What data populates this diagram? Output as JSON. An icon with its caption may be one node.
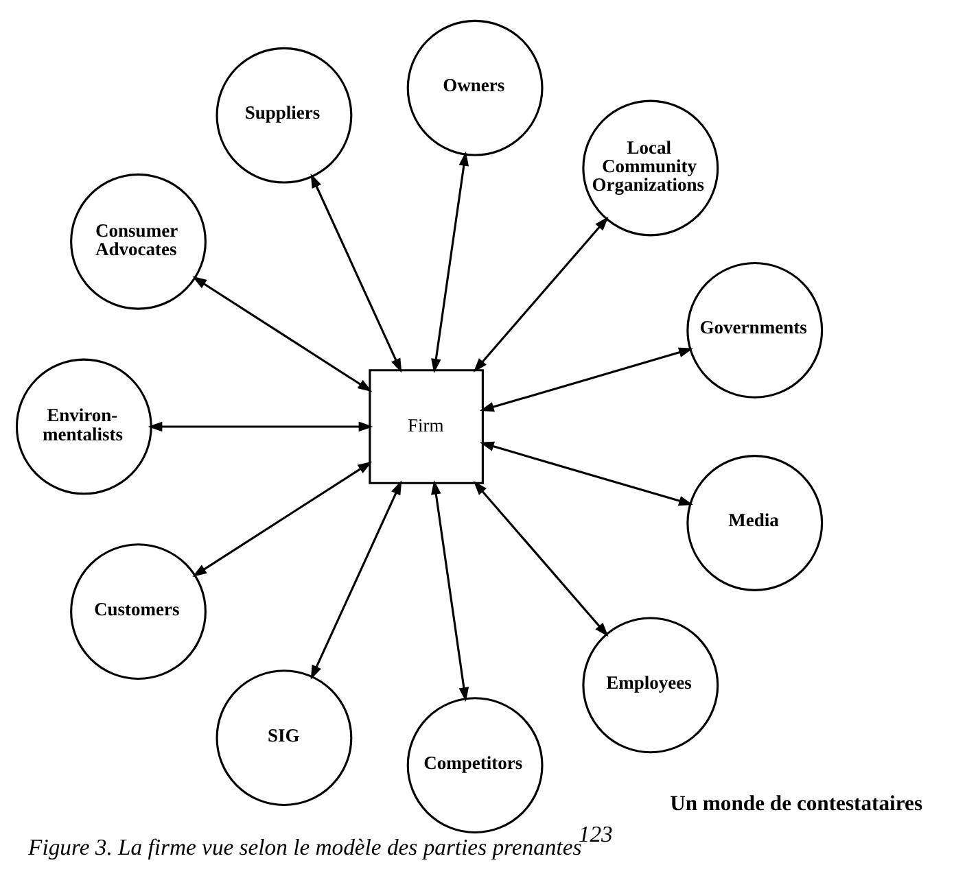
{
  "diagram": {
    "caption": "Figure 3. La firme vue selon le modèle des parties prenantes$^{123}$",
    "nodes": [
      {
        "text": [
          "Governments"
        ]
      },
      {
        "text": [
          "Local Community Organizations"
        ]
      },
      {
        "text": [
          "Owners"
        ]
      },
      {
        "text": [
          "Suppliers"
        ]
      },
      {
        "text": [
          "Consumer Advocates"
        ]
      },
      {
        "text": [
          "Environ- mentalists"
        ]
      },
      {
        "text": [
          "Firm"
        ]
      },
      {
        "text": [
          "Customers"
        ]
      },
      {
        "text": [
          "SIG"
        ]
      },
      {
        "text": [
          "Competitors"
        ]
      },
      {
        "text": [
          "Employees"
        ]
      },
      {
        "text": [
          "Media"
        ]
      }
    ],
    "edges": [
      {
        "from": 6,
        "to": 1,
        "arrow": "both"
      },
      {
        "from": 6,
        "to": 2,
        "arrow": "both"
      },
      {
        "from": 6,
        "to": 4,
        "arrow": "both"
      },
      {
        "from": 6,
        "to": 7,
        "arrow": "both"
      },
      {
        "from": 6,
        "to": 9,
        "arrow": "both"
      },
      {
        "from": 6,
        "to": 11,
        "arrow": "both"
      },
      {
        "from": 6,
        "to": 10,
        "arrow": "both"
      },
      {
        "from": 6,
        "to": 8,
        "arrow": "both"
      },
      {
        "from": 6,
        "to": 5,
        "arrow": "both"
      },
      {
        "from": 6,
        "to": 3,
        "arrow": "both"
      },
      {
        "from": 6,
        "to": 0,
        "arrow": "both"
      }
    ],
    "labels": [
      "Un monde de contestataires"
    ]
  }
}
